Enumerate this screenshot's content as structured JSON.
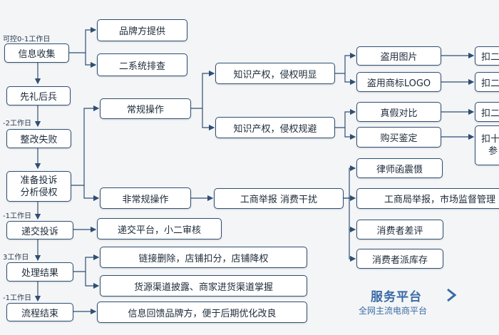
{
  "notes": {
    "n1": "可控0-1工作日",
    "n2": "-2工作日",
    "n3": "-1工作日",
    "n4": "3工作日",
    "n5": "-1工作日"
  },
  "left_column": [
    "信息收集",
    "先礼后兵",
    "整改失败",
    [
      "准备投诉",
      "分析侵权"
    ],
    "递交投诉",
    "处理结果",
    "流程结束"
  ],
  "collect": [
    "品牌方提供",
    "二系统排查"
  ],
  "operations": {
    "regular": "常规操作",
    "irregular": "非常规操作"
  },
  "ip": {
    "infringe": "知识产权，侵权明显",
    "avoid": "知识产权，侵权规避"
  },
  "infringe_items": [
    "盗用图片",
    "盗用商标LOGO"
  ],
  "avoid_items": [
    "真假对比",
    "购买鉴定"
  ],
  "deduct": [
    "扣二",
    "扣二",
    "扣二",
    [
      "扣十",
      "参"
    ]
  ],
  "complaint": "工商举报 消费干扰",
  "complaint_items": [
    "律师函震慑",
    "工商局举报，市场监督管理",
    "消费者差评",
    "消费者派库存"
  ],
  "submit": "递交平台，小二审核",
  "results": [
    "链接删除，店铺扣分，店铺降权",
    "货源渠道披露、商家进货渠道掌握"
  ],
  "feedback": "信息回馈品牌方，便于后期优化改良",
  "brand": {
    "title": "服务平台",
    "subtitle": "全网主流电商平台",
    "color": "#3a6ba6"
  },
  "colors": {
    "border": "#2f4f73",
    "line": "#2f4f73"
  }
}
